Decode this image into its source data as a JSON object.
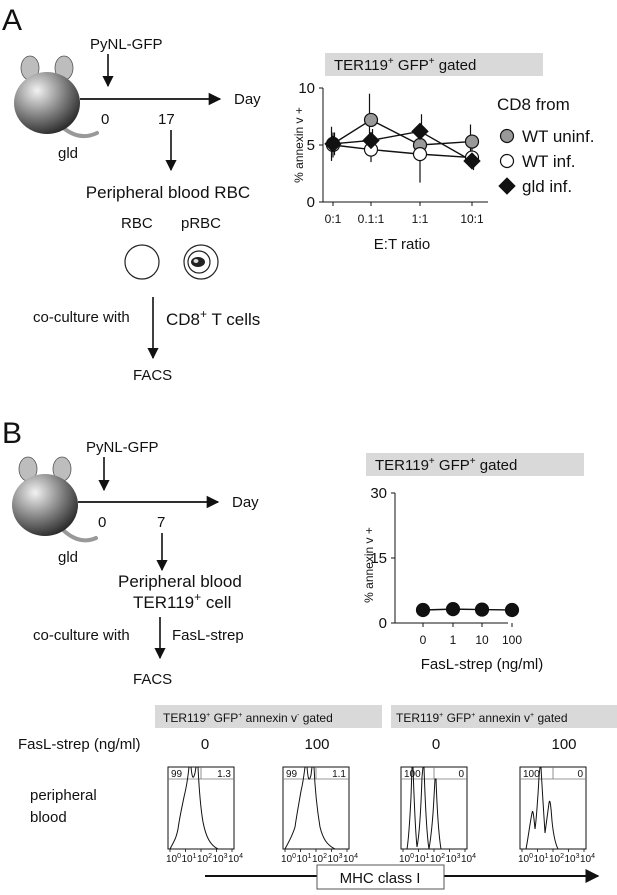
{
  "panelA": {
    "letter": "A",
    "virus": "PyNL-GFP",
    "axis_label": "Day",
    "day0": "0",
    "day1": "17",
    "mouse": "gld",
    "sample": "Peripheral blood RBC",
    "rbc": "RBC",
    "prbc": "pRBC",
    "coculture": "co-culture with",
    "effector_main": "CD8",
    "effector_sup": "+",
    "effector_tail": " T cells",
    "readout": "FACS"
  },
  "panelB": {
    "letter": "B",
    "virus": "PyNL-GFP",
    "axis_label": "Day",
    "day0": "0",
    "day1": "7",
    "mouse": "gld",
    "sample_line1": "Peripheral blood",
    "sample_line2_main": "TER119",
    "sample_line2_sup": "+",
    "sample_line2_tail": " cell",
    "coculture": "co-culture with",
    "reagent": "FasL-strep",
    "readout": "FACS"
  },
  "flow": {
    "gate_neg": {
      "p1": "TER119",
      "s1": "+",
      "p2": " GFP",
      "s2": "+",
      "p3": " annexin v",
      "s3": "-",
      "p4": " gated"
    },
    "gate_pos": {
      "p1": "TER119",
      "s1": "+",
      "p2": " GFP",
      "s2": "+",
      "p3": " annexin v",
      "s3": "+",
      "p4": " gated"
    },
    "row_header": "FasL-strep (ng/ml)",
    "doses": [
      "0",
      "100",
      "0",
      "100"
    ],
    "row_label_1": "peripheral",
    "row_label_2": "blood",
    "quadrants": [
      {
        "left": "99",
        "right": "1.3"
      },
      {
        "left": "99",
        "right": "1.1"
      },
      {
        "left": "100",
        "right": "0"
      },
      {
        "left": "100",
        "right": "0"
      }
    ],
    "xtick_base": "10",
    "xtick_exps": [
      "0",
      "1",
      "2",
      "3",
      "4"
    ],
    "axis_label": "MHC class I"
  },
  "chart_data": [
    {
      "type": "line",
      "title": {
        "p1": "TER119",
        "s1": "+",
        "p2": " GFP",
        "s2": "+",
        "p3": " gated"
      },
      "categories": [
        "0:1",
        "0.1:1",
        "1:1",
        "10:1"
      ],
      "xlabel": "E:T ratio",
      "ylabel": "% annexin v +",
      "ylim": [
        0,
        10
      ],
      "yticks": [
        "0",
        "5",
        "10"
      ],
      "legend_title": "CD8 from",
      "legend_position": "right",
      "series": [
        {
          "name": "WT uninf.",
          "marker": "circle",
          "fill": "#999999",
          "values": [
            5.1,
            7.2,
            5.0,
            5.3
          ],
          "errors": [
            1.5,
            2.3,
            1.3,
            1.5
          ]
        },
        {
          "name": "WT inf.",
          "marker": "circle",
          "fill": "#ffffff",
          "values": [
            5.0,
            4.6,
            4.2,
            3.9
          ],
          "errors": [
            1.1,
            1.1,
            2.5,
            1.0
          ]
        },
        {
          "name": "gld inf.",
          "marker": "diamond",
          "fill": "#111111",
          "values": [
            5.1,
            5.4,
            6.2,
            3.6
          ],
          "errors": [
            1.0,
            1.0,
            1.5,
            0.8
          ]
        }
      ]
    },
    {
      "type": "line",
      "title": {
        "p1": "TER119",
        "s1": "+",
        "p2": " GFP",
        "s2": "+",
        "p3": " gated"
      },
      "categories": [
        "0",
        "1",
        "10",
        "100"
      ],
      "xlabel": "FasL-strep  (ng/ml)",
      "ylabel": "% annexin v +",
      "ylim": [
        0,
        30
      ],
      "yticks": [
        "0",
        "15",
        "30"
      ],
      "series": [
        {
          "marker": "circle",
          "fill": "#111111",
          "values": [
            3.0,
            3.2,
            3.1,
            3.0
          ],
          "errors": [
            0.3,
            0.3,
            0.3,
            0.3
          ]
        }
      ]
    }
  ]
}
